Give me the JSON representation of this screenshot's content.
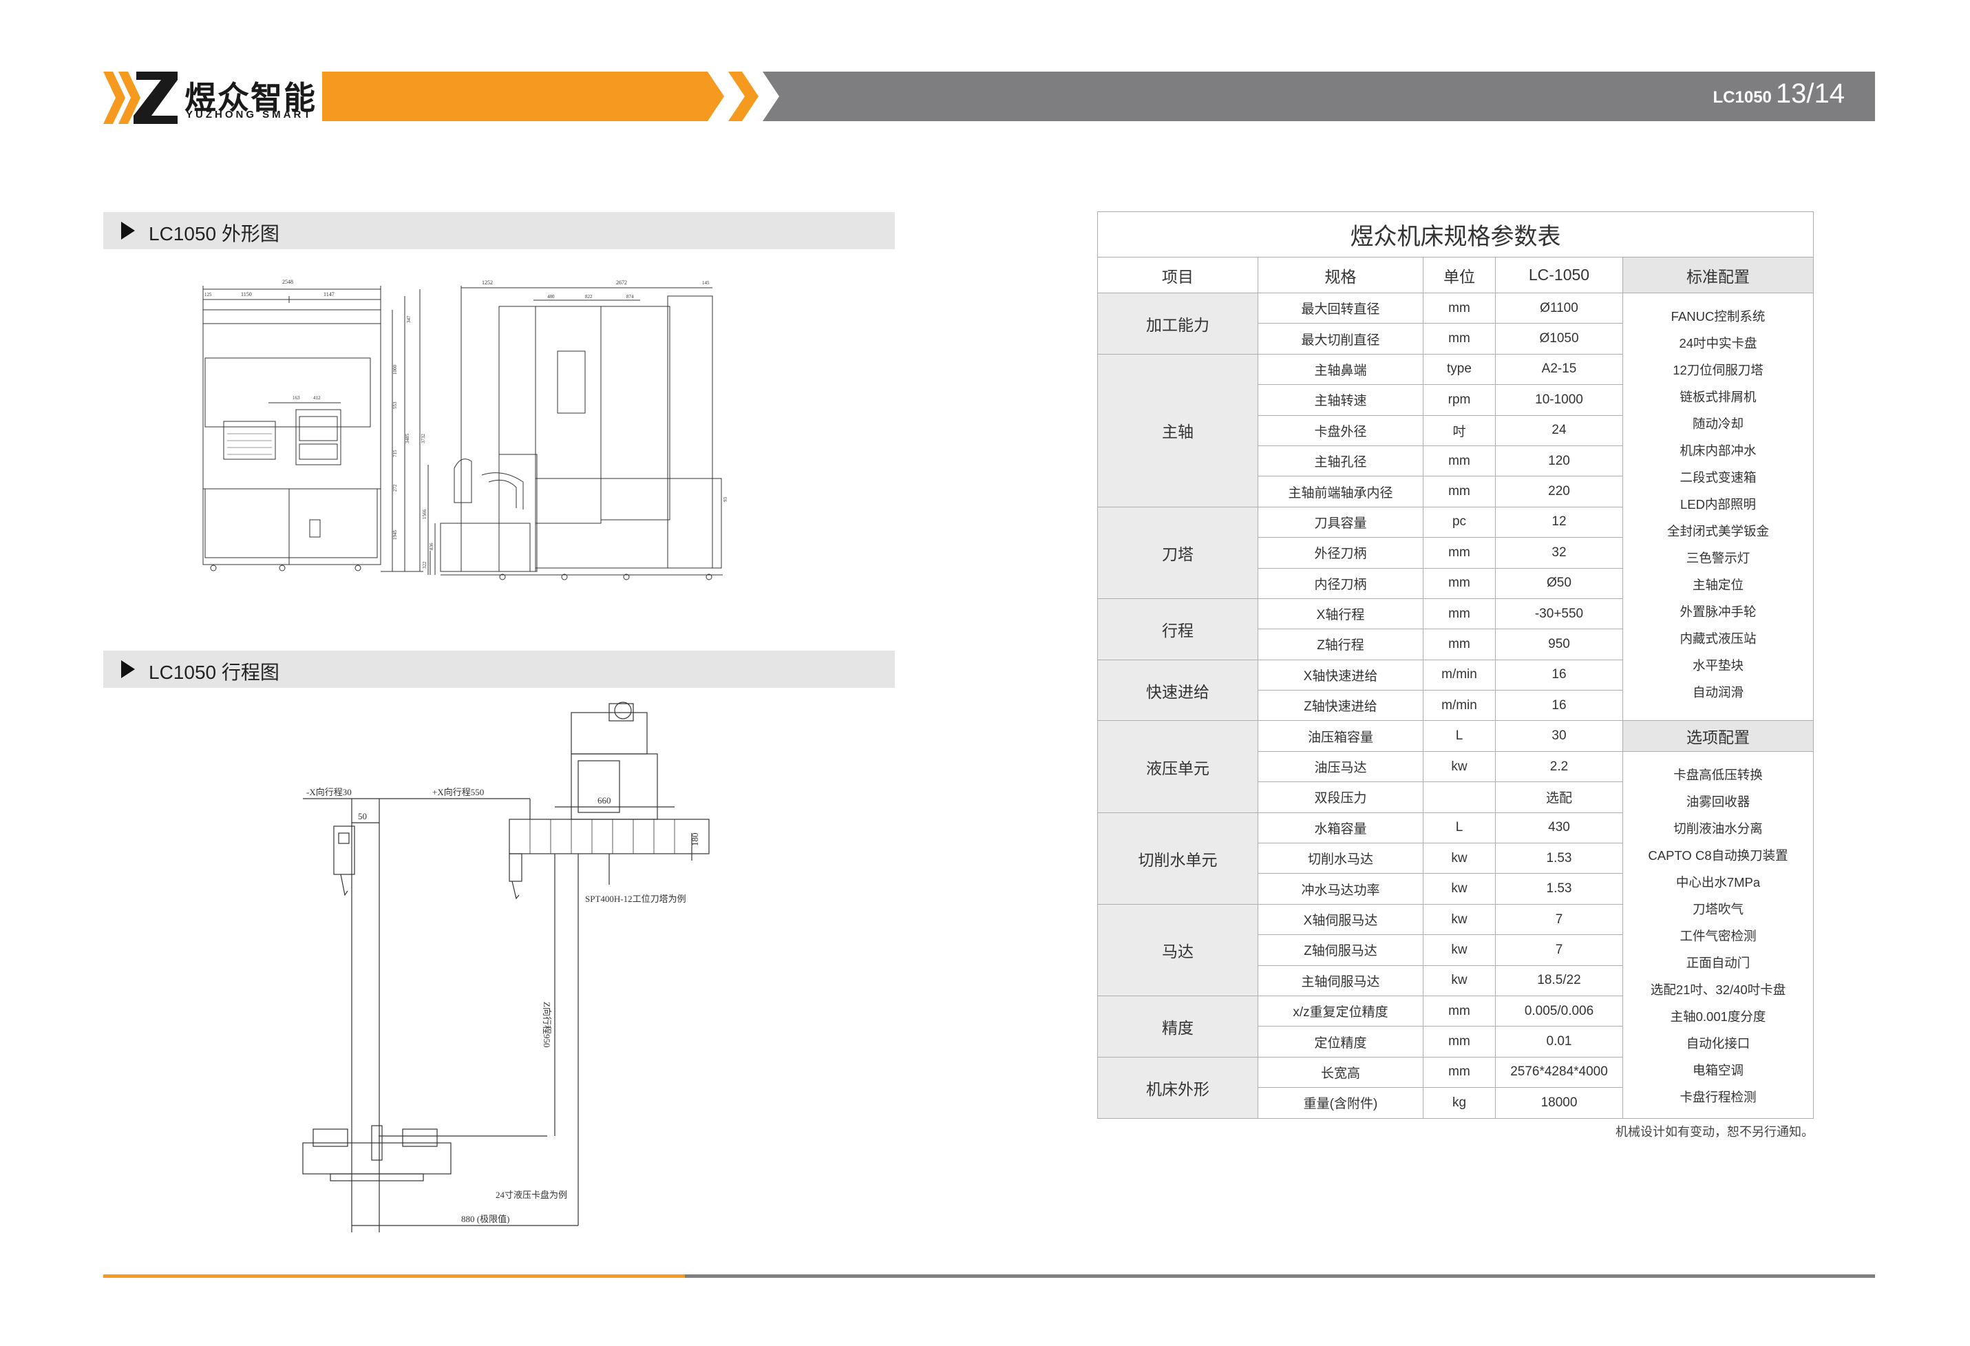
{
  "header": {
    "logo_cn": "煜众智能",
    "logo_en": "YUZHONG SMART",
    "model": "LC1050",
    "page": "13/14",
    "colors": {
      "orange": "#F5991F",
      "grey": "#7E7E80",
      "dark": "#1A1A1A"
    }
  },
  "sections": {
    "outline_title": "LC1050  外形图",
    "travel_title": "LC1050  行程图"
  },
  "outline_drawing": {
    "front_dims": [
      "2548",
      "1150",
      "1147",
      "125",
      "163",
      "412",
      "347",
      "1000",
      "553",
      "715",
      "272",
      "1945",
      "3485",
      "3732"
    ],
    "side_dims": [
      "1252",
      "2672",
      "145",
      "480",
      "822",
      "874",
      "1566",
      "836",
      "322",
      "93"
    ]
  },
  "travel_drawing": {
    "x_minus": "-X向行程30",
    "x_plus": "+X向行程550",
    "dim_50": "50",
    "dim_660": "660",
    "dim_180": "180",
    "turret": "SPT400H-12工位刀塔为例",
    "z_travel": "Z向行程950",
    "chuck": "24寸液压卡盘为例",
    "dim_880": "880 (极限值)"
  },
  "table": {
    "title": "煜众机床规格参数表",
    "headers": {
      "item": "项目",
      "spec": "规格",
      "unit": "单位",
      "model": "LC-1050",
      "standard": "标准配置"
    },
    "groups": [
      {
        "name": "加工能力",
        "rows": [
          {
            "spec": "最大回转直径",
            "unit": "mm",
            "value": "Ø1100"
          },
          {
            "spec": "最大切削直径",
            "unit": "mm",
            "value": "Ø1050"
          }
        ]
      },
      {
        "name": "主轴",
        "rows": [
          {
            "spec": "主轴鼻端",
            "unit": "type",
            "value": "A2-15"
          },
          {
            "spec": "主轴转速",
            "unit": "rpm",
            "value": "10-1000"
          },
          {
            "spec": "卡盘外径",
            "unit": "吋",
            "value": "24"
          },
          {
            "spec": "主轴孔径",
            "unit": "mm",
            "value": "120"
          },
          {
            "spec": "主轴前端轴承内径",
            "unit": "mm",
            "value": "220"
          }
        ]
      },
      {
        "name": "刀塔",
        "rows": [
          {
            "spec": "刀具容量",
            "unit": "pc",
            "value": "12"
          },
          {
            "spec": "外径刀柄",
            "unit": "mm",
            "value": "32"
          },
          {
            "spec": "内径刀柄",
            "unit": "mm",
            "value": "Ø50"
          }
        ]
      },
      {
        "name": "行程",
        "rows": [
          {
            "spec": "X轴行程",
            "unit": "mm",
            "value": "-30+550"
          },
          {
            "spec": "Z轴行程",
            "unit": "mm",
            "value": "950"
          }
        ]
      },
      {
        "name": "快速进给",
        "rows": [
          {
            "spec": "X轴快速进给",
            "unit": "m/min",
            "value": "16"
          },
          {
            "spec": "Z轴快速进给",
            "unit": "m/min",
            "value": "16"
          }
        ]
      },
      {
        "name": "液压单元",
        "rows": [
          {
            "spec": "油压箱容量",
            "unit": "L",
            "value": "30"
          },
          {
            "spec": "油压马达",
            "unit": "kw",
            "value": "2.2"
          },
          {
            "spec": "双段压力",
            "unit": "",
            "value": "选配"
          }
        ]
      },
      {
        "name": "切削水单元",
        "rows": [
          {
            "spec": "水箱容量",
            "unit": "L",
            "value": "430"
          },
          {
            "spec": "切削水马达",
            "unit": "kw",
            "value": "1.53"
          },
          {
            "spec": "冲水马达功率",
            "unit": "kw",
            "value": "1.53"
          }
        ]
      },
      {
        "name": "马达",
        "rows": [
          {
            "spec": "X轴伺服马达",
            "unit": "kw",
            "value": "7"
          },
          {
            "spec": "Z轴伺服马达",
            "unit": "kw",
            "value": "7"
          },
          {
            "spec": "主轴伺服马达",
            "unit": "kw",
            "value": "18.5/22"
          }
        ]
      },
      {
        "name": "精度",
        "rows": [
          {
            "spec": "x/z重复定位精度",
            "unit": "mm",
            "value": "0.005/0.006"
          },
          {
            "spec": "定位精度",
            "unit": "mm",
            "value": "0.01"
          }
        ]
      },
      {
        "name": "机床外形",
        "rows": [
          {
            "spec": "长宽高",
            "unit": "mm",
            "value": "2576*4284*4000"
          },
          {
            "spec": "重量(含附件)",
            "unit": "kg",
            "value": "18000"
          }
        ]
      }
    ],
    "standard_config": [
      "FANUC控制系统",
      "24吋中实卡盘",
      "12刀位伺服刀塔",
      "链板式排屑机",
      "随动冷却",
      "机床内部冲水",
      "二段式变速箱",
      "LED内部照明",
      "全封闭式美学钣金",
      "三色警示灯",
      "主轴定位",
      "外置脉冲手轮",
      "内藏式液压站",
      "水平垫块",
      "自动润滑"
    ],
    "options_title": "选项配置",
    "options_config": [
      "卡盘高低压转换",
      "油雾回收器",
      "切削液油水分离",
      "CAPTO C8自动换刀装置",
      "中心出水7MPa",
      "刀塔吹气",
      "工件气密检测",
      "正面自动门",
      "选配21吋、32/40吋卡盘",
      "主轴0.001度分度",
      "自动化接口",
      "电箱空调",
      "卡盘行程检测"
    ],
    "footnote": "机械设计如有变动，恕不另行通知。"
  }
}
